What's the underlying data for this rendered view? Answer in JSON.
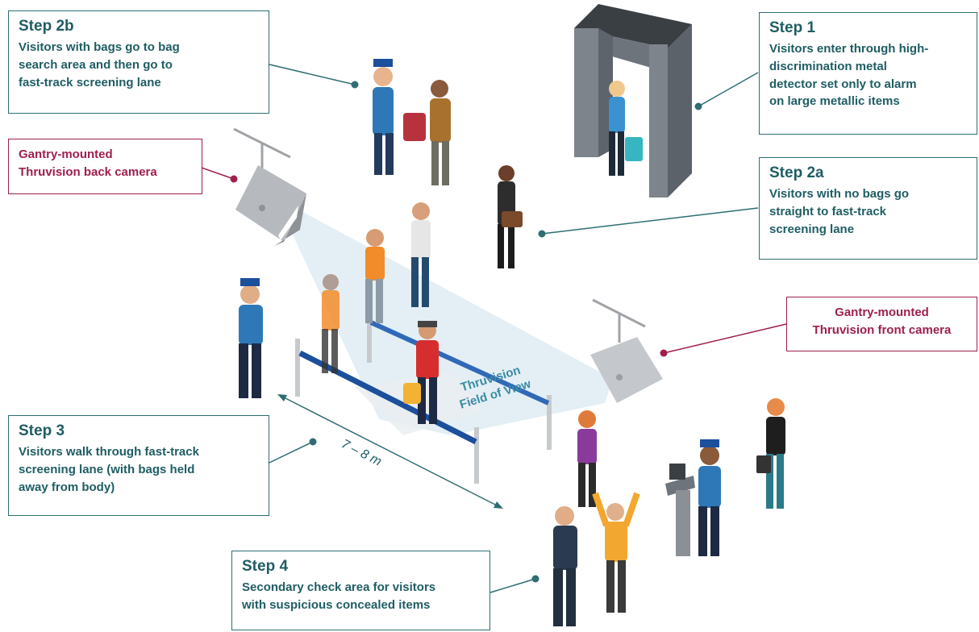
{
  "steps": {
    "step2b": {
      "title": "Step 2b",
      "lines": [
        "Visitors with bags go to bag",
        "search area and then go to",
        "fast-track screening lane"
      ]
    },
    "step1": {
      "title": "Step 1",
      "lines": [
        "Visitors enter through high-",
        "discrimination metal",
        "detector set only to alarm",
        "on large metallic items"
      ]
    },
    "step2a": {
      "title": "Step 2a",
      "lines": [
        "Visitors with no bags go",
        "straight to fast-track",
        "screening lane"
      ]
    },
    "step3": {
      "title": "Step 3",
      "lines": [
        "Visitors walk through fast-track",
        "screening lane (with bags held",
        "away from body)"
      ]
    },
    "step4": {
      "title": "Step 4",
      "lines": [
        "Secondary check area for visitors",
        "with suspicious concealed items"
      ]
    }
  },
  "cameras": {
    "back": {
      "lines": [
        "Gantry-mounted",
        "Thruvision back camera"
      ]
    },
    "front": {
      "lines": [
        "Gantry-mounted",
        "Thruvision front camera"
      ]
    }
  },
  "field_of_view": {
    "line1": "Thruvision",
    "line2": "Field of View"
  },
  "distance": "7 – 8 m",
  "colors": {
    "step_teal": "#1f5d63",
    "camera_maroon": "#9e1f4e",
    "lane_blue": "#1c4f9c",
    "fov_tint": "#d9eaf2"
  }
}
